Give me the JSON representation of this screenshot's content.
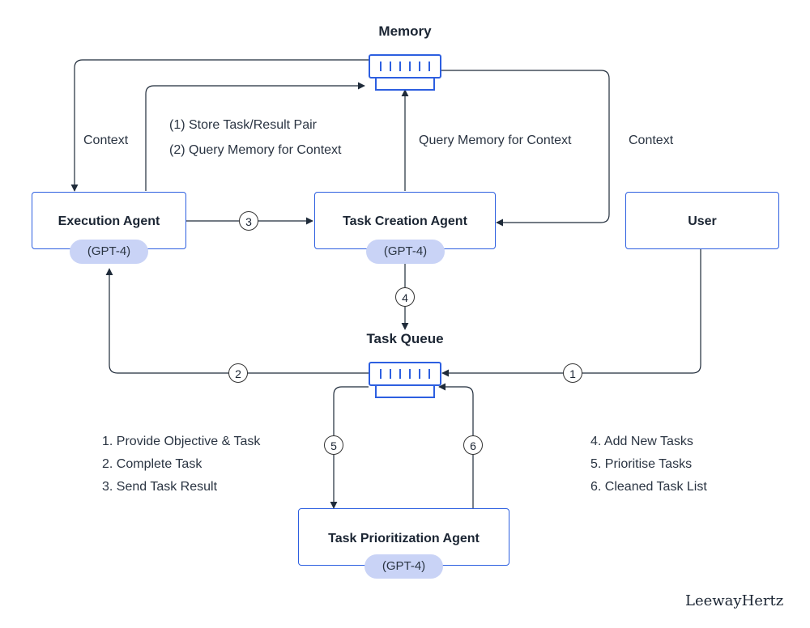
{
  "nodes": {
    "memory": {
      "title": "Memory"
    },
    "task_queue": {
      "title": "Task Queue"
    },
    "execution_agent": {
      "title": "Execution Agent",
      "model": "(GPT-4)"
    },
    "task_creation_agent": {
      "title": "Task Creation Agent",
      "model": "(GPT-4)"
    },
    "user": {
      "title": "User"
    },
    "task_prioritization_agent": {
      "title": "Task Prioritization Agent",
      "model": "(GPT-4)"
    }
  },
  "edge_labels": {
    "context_left": "Context",
    "context_right": "Context",
    "store_pair": "(1) Store Task/Result Pair",
    "query_memory_left": "(2) Query Memory for Context",
    "query_memory_center": "Query Memory for Context"
  },
  "step_numbers": [
    "1",
    "2",
    "3",
    "4",
    "5",
    "6"
  ],
  "legend_left": [
    "1. Provide Objective & Task",
    "2. Complete Task",
    "3. Send Task Result"
  ],
  "legend_right": [
    "4. Add New Tasks",
    "5. Prioritise Tasks",
    "6. Cleaned Task List"
  ],
  "brand": "LeewayHertz",
  "colors": {
    "accent": "#2d5fe0",
    "pill": "#c9d3f6",
    "line": "#1f2b3a"
  },
  "icons": {
    "memory": "storage-icon",
    "task_queue": "storage-icon"
  }
}
